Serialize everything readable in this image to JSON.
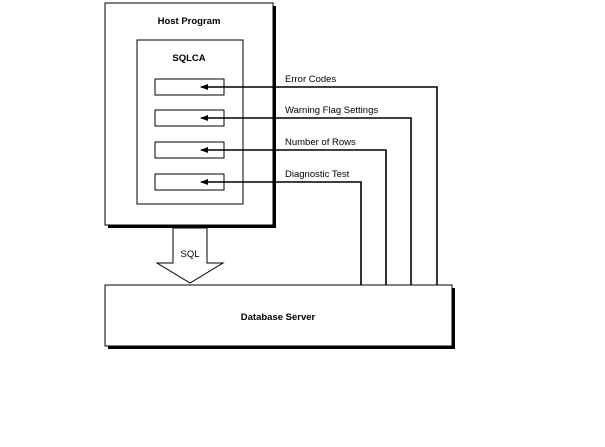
{
  "host_program": {
    "title": "Host Program"
  },
  "sqlca": {
    "title": "SQLCA"
  },
  "connectors": [
    {
      "label": "Error Codes"
    },
    {
      "label": "Warning Flag Settings"
    },
    {
      "label": "Number of Rows"
    },
    {
      "label": "Diagnostic Test"
    }
  ],
  "sql_arrow": {
    "label": "SQL"
  },
  "database_server": {
    "title": "Database Server"
  }
}
